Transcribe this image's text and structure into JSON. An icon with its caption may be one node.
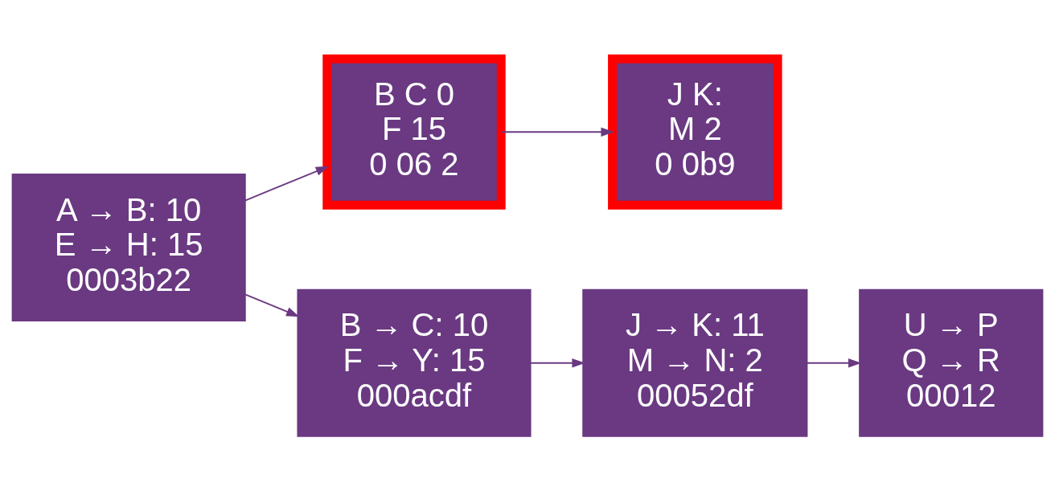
{
  "diagram": {
    "nodes": [
      {
        "text": [
          "A → B: 10",
          "E → H: 15",
          "0003b22"
        ]
      },
      {
        "text": [
          "B C 0",
          "F 15",
          "0 06 2"
        ]
      },
      {
        "text": [
          "J K:",
          "M 2",
          "0 0b9"
        ]
      },
      {
        "text": [
          "B → C: 10",
          "F → Y: 15",
          "000acdf"
        ]
      },
      {
        "text": [
          "J → K: 11",
          "M → N: 2",
          "00052df"
        ]
      },
      {
        "text": [
          "U → P",
          "Q → R",
          "00012"
        ]
      }
    ],
    "edges": [
      {
        "from": 0,
        "to": 1,
        "arrow": "to"
      },
      {
        "from": 1,
        "to": 2,
        "arrow": "to"
      },
      {
        "from": 0,
        "to": 3,
        "arrow": "to"
      },
      {
        "from": 3,
        "to": 4,
        "arrow": "to"
      },
      {
        "from": 4,
        "to": 5,
        "arrow": "to"
      }
    ]
  }
}
